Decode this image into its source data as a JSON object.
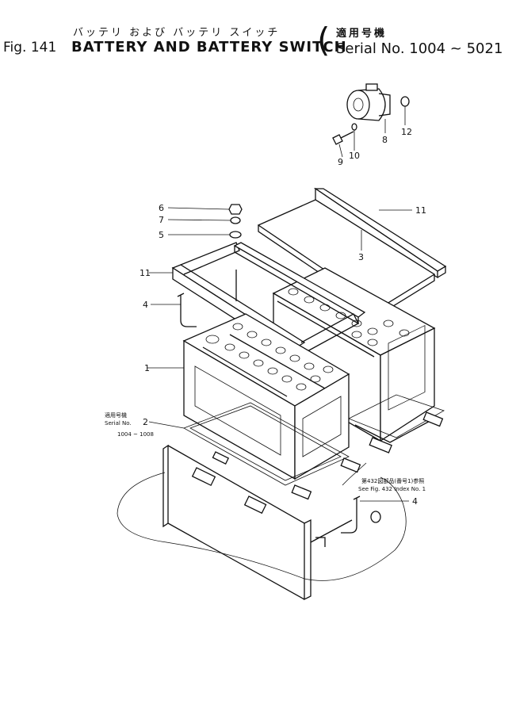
{
  "header": {
    "jp_title": "バッテリ および バッテリ スイッチ",
    "fig_label": "Fig. 141",
    "title": "BATTERY AND BATTERY SWITCH",
    "jp_serial_label": "適用号機",
    "serial": "Serial No. 1004 ~ 5021"
  },
  "callouts": {
    "c1": "1",
    "c2": "2",
    "c3": "3",
    "c4a": "4",
    "c4b": "4",
    "c5": "5",
    "c6": "6",
    "c7": "7",
    "c8": "8",
    "c9": "9",
    "c10": "10",
    "c11a": "11",
    "c11b": "11",
    "c12": "12"
  },
  "notes": {
    "serial_jp": "適用号機",
    "serial_en": "Serial No.",
    "serial_range": "1004 ~ 1008",
    "ref_jp": "第432図部品(番号1)参照",
    "ref_en": "See Fig. 432  Index No. 1"
  }
}
